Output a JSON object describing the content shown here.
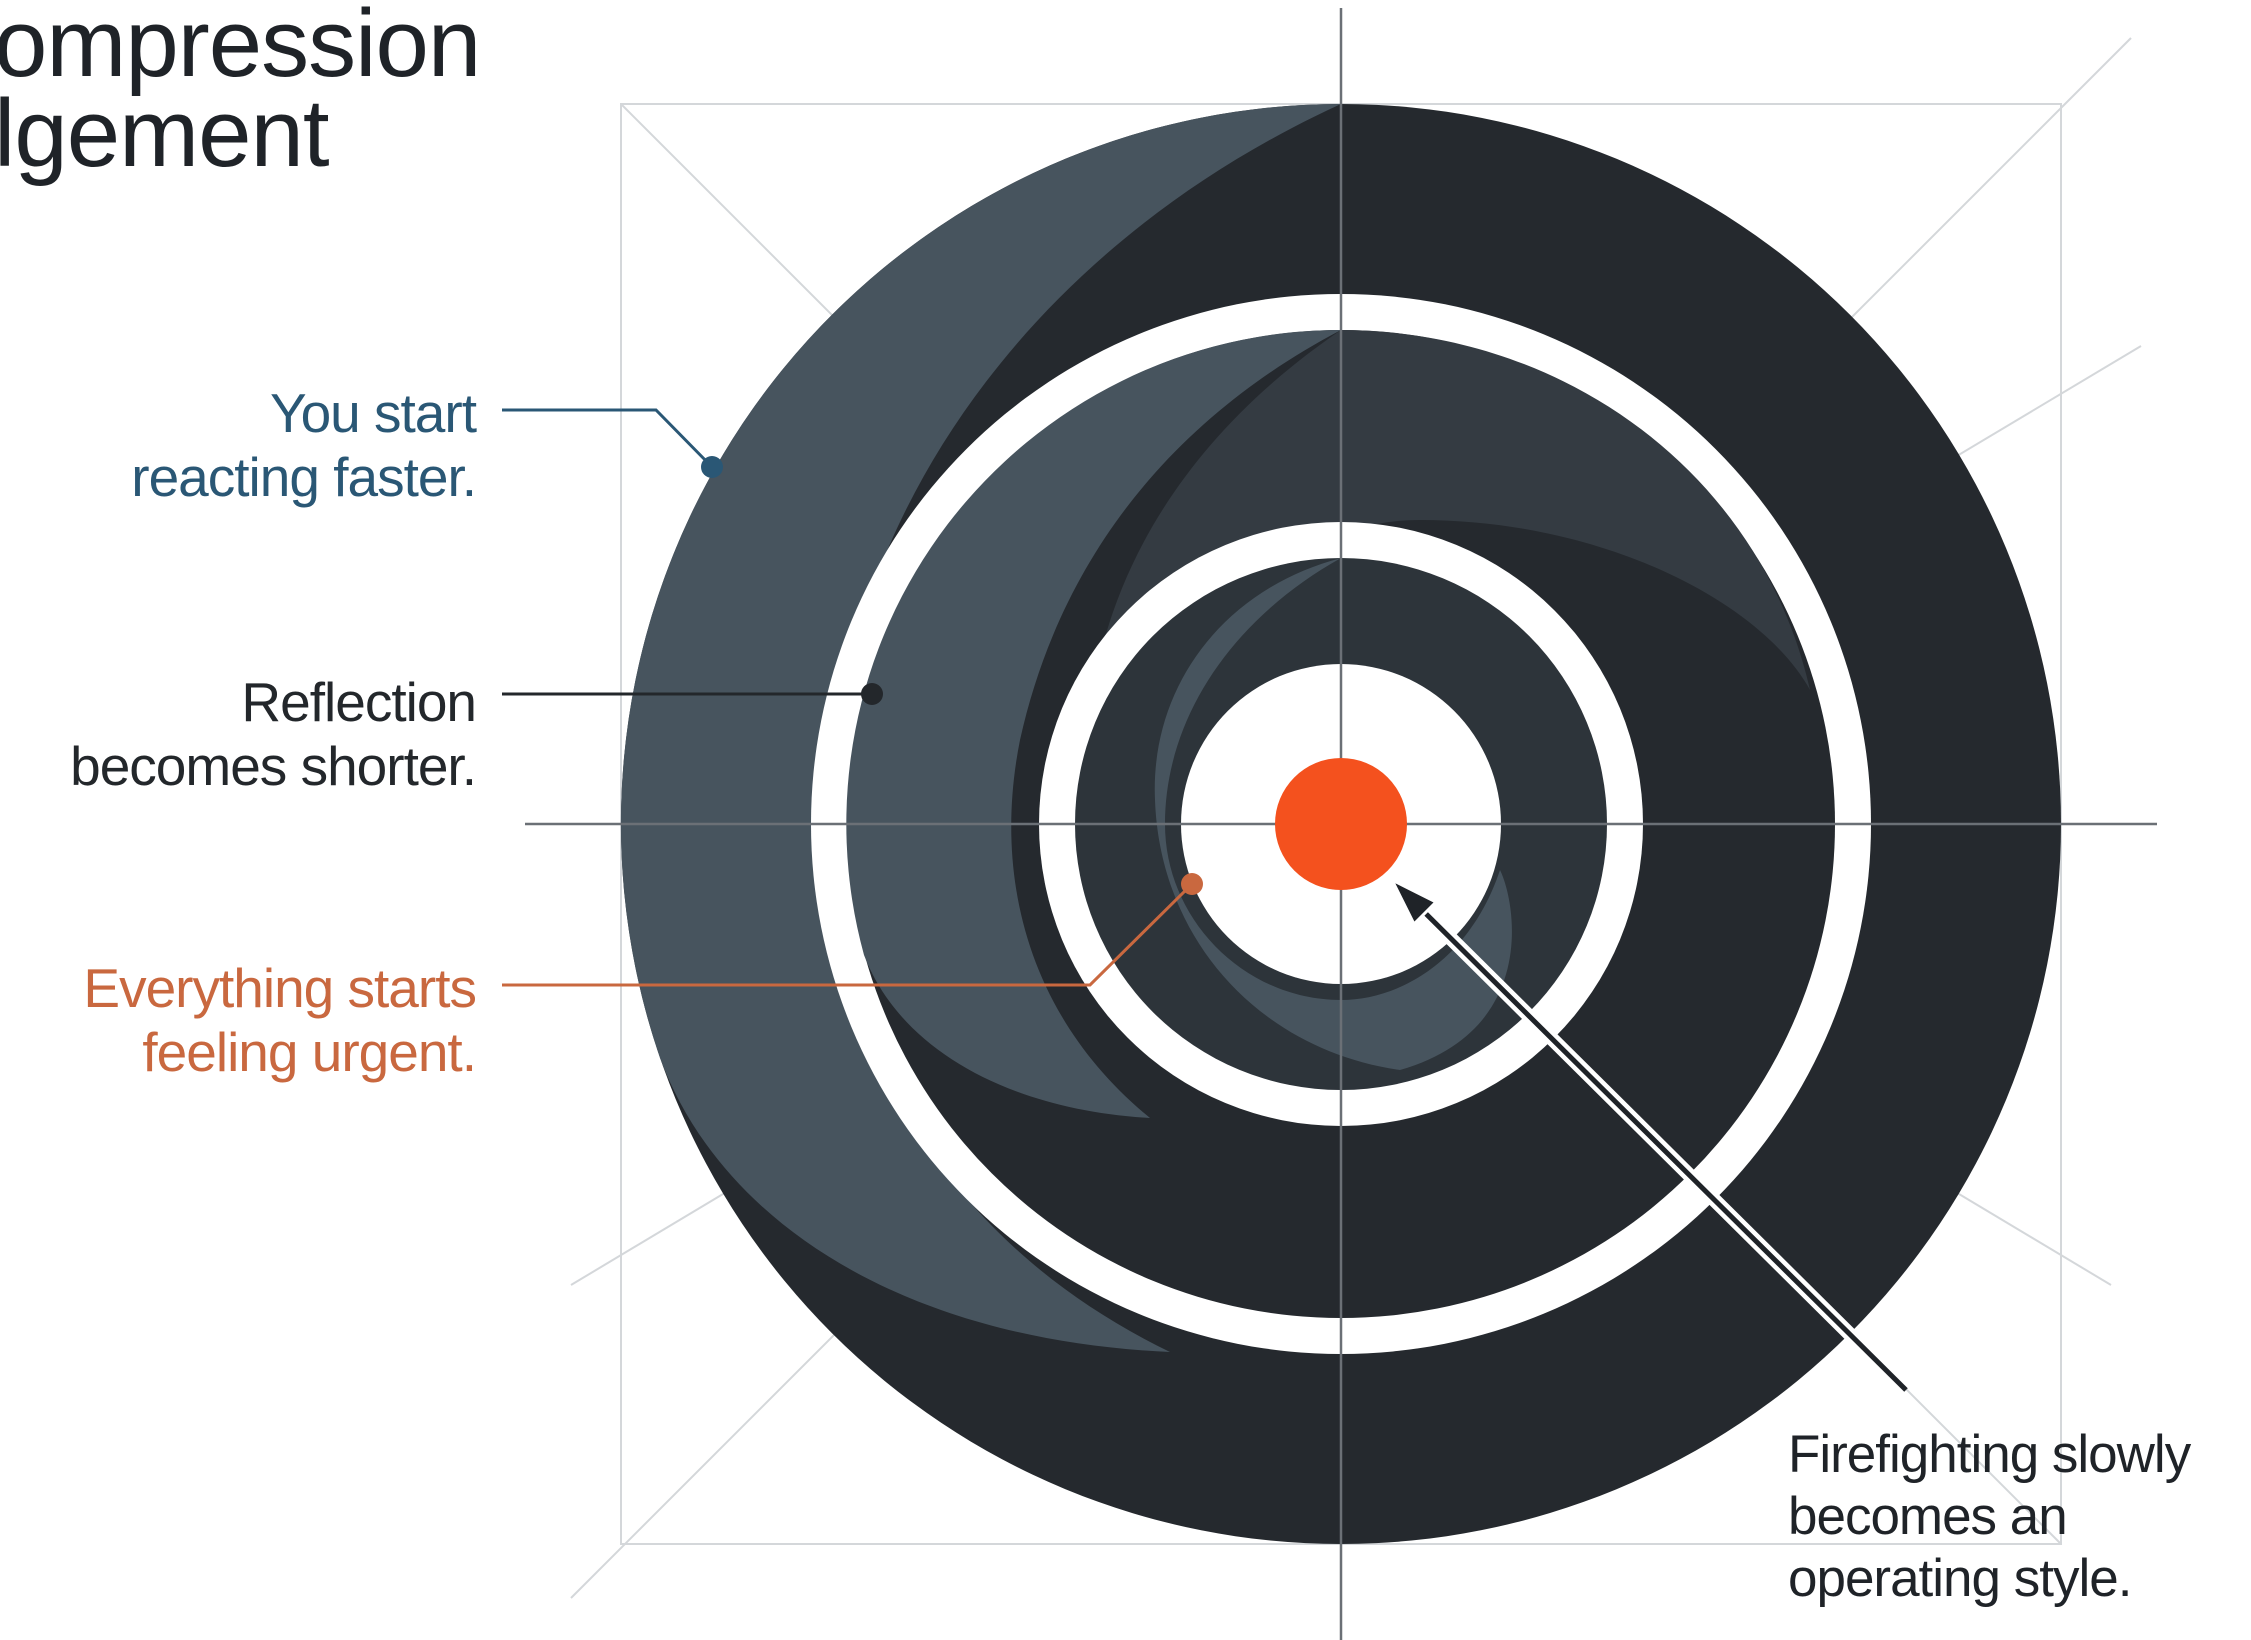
{
  "title": {
    "line1": "ompression",
    "line2": "lgement"
  },
  "annotations": [
    {
      "id": "outer",
      "lines": [
        "You start",
        "reacting faster."
      ],
      "color": "#2a5775"
    },
    {
      "id": "middle",
      "lines": [
        "Reflection",
        "becomes shorter."
      ],
      "color": "#23272b"
    },
    {
      "id": "inner",
      "lines": [
        "Everything starts",
        "feeling urgent."
      ],
      "color": "#c9683f"
    }
  ],
  "callout": {
    "lines": [
      "Firefighting slowly",
      "becomes an",
      "operating style."
    ]
  },
  "colors": {
    "background": "#ffffff",
    "ring_dark": "#25292e",
    "ring_light": "#47545e",
    "core": "#f4511e",
    "guides": "#d4d7da",
    "axes": "#6b7076"
  }
}
